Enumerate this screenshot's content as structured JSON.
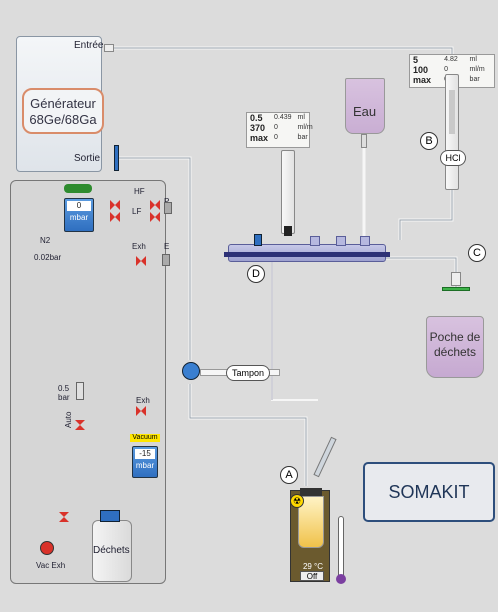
{
  "generator": {
    "label_line1": "Générateur",
    "label_line2": "68Ge/68Ga",
    "inlet": "Entrée",
    "outlet": "Sortie"
  },
  "water": {
    "label": "Eau"
  },
  "syringe_top": {
    "volume": "5",
    "volume_measured": "4.82",
    "volume_unit": "ml",
    "flow": "100",
    "flow_measured": "0",
    "flow_unit": "ml/m",
    "max_label": "max",
    "pressure": "0",
    "pressure_unit": "bar"
  },
  "syringe_mid": {
    "volume": "0.5",
    "volume_measured": "0.439",
    "volume_unit": "ml",
    "flow": "370",
    "flow_measured": "0",
    "flow_unit": "ml/m",
    "max_label": "max",
    "pressure": "0",
    "pressure_unit": "bar"
  },
  "hcl": {
    "label": "HCl"
  },
  "markers": {
    "a": "A",
    "b": "B",
    "c": "C",
    "d": "D"
  },
  "waste_bag": {
    "line1": "Poche de",
    "line2": "déchets"
  },
  "buffer": {
    "label": "Tampon"
  },
  "left_panel": {
    "pressure_main": {
      "value": "0",
      "unit": "mbar"
    },
    "n2": {
      "label": "N2",
      "value": "0.02bar"
    },
    "hf_label": "HF",
    "lf_label": "LF",
    "p_label": "P",
    "e_label": "E",
    "exh_label_top": "Exh",
    "exh_label_mid": "Exh",
    "valve_pressure": {
      "value": "0.5",
      "unit": "bar"
    },
    "auto_label": "Auto",
    "vacuum": {
      "label": "Vacuum",
      "value": "-15",
      "unit": "mbar"
    },
    "waste_label": "Déchets",
    "vac_exh_label": "Vac Exh"
  },
  "reactor": {
    "temperature": "29 °C",
    "state": "Off"
  },
  "brand": {
    "label": "SOMAKIT"
  },
  "colors": {
    "green_line": "#2e8b2e",
    "yellow_line": "#f2e21a",
    "valve_red": "#d9322a",
    "accent_blue": "#2f6fc0",
    "brand_border": "#2d4e7c"
  }
}
